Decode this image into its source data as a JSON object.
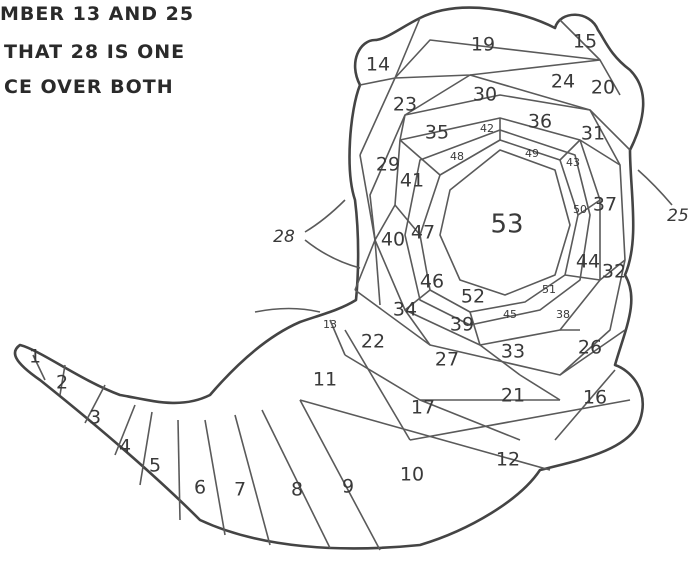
{
  "caption": {
    "line1": "MBER 13 AND 25",
    "line2": "THAT 28 IS ONE",
    "line3": "CE OVER BOTH"
  },
  "piece_numbers": [
    "1",
    "2",
    "3",
    "4",
    "5",
    "6",
    "7",
    "8",
    "9",
    "10",
    "11",
    "12",
    "13",
    "14",
    "15",
    "16",
    "17",
    "19",
    "20",
    "21",
    "22",
    "23",
    "24",
    "25",
    "26",
    "27",
    "28",
    "29",
    "30",
    "31",
    "32",
    "33",
    "34",
    "35",
    "36",
    "37",
    "38",
    "39",
    "40",
    "41",
    "42",
    "43",
    "44",
    "45",
    "46",
    "47",
    "48",
    "49",
    "50",
    "51",
    "52",
    "53"
  ],
  "pointer_labels": [
    "28",
    "13",
    "25"
  ]
}
